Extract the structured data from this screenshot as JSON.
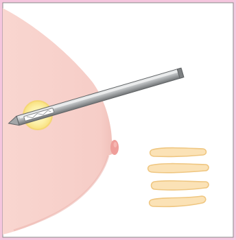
{
  "colors": {
    "frame_border": "#f5c6de",
    "canvas_background": "#ffffff",
    "skin": "#f6cdc7",
    "skin_shadow": "#e9b0aa",
    "nipple": "#ef9e9a",
    "needle_metal": "#9a9d9f",
    "needle_highlight": "#e3e5e6",
    "target_halo": "#fdefa0",
    "target_ring": "#f6d66c",
    "tissue_fill": "#fbe2b6",
    "tissue_outline": "#f0cb88"
  },
  "scene": {
    "subject": "breast-core-needle-biopsy",
    "needle": "core-biopsy-needle",
    "target": "breast-lesion",
    "samples": [
      "tissue-core-1",
      "tissue-core-2",
      "tissue-core-3",
      "tissue-core-4"
    ]
  }
}
